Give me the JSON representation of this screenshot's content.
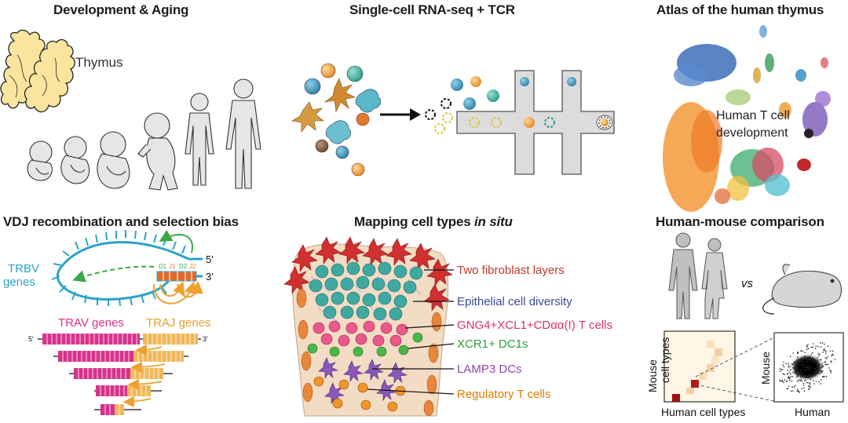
{
  "panels": {
    "development": {
      "title": "Development & Aging",
      "thymus_label": "Thymus"
    },
    "scrnaseq": {
      "title": "Single-cell RNA-seq + TCR"
    },
    "atlas": {
      "title": "Atlas of the human thymus",
      "center_label_line1": "Human T cell",
      "center_label_line2": "development"
    },
    "vdj": {
      "title": "VDJ recombination and selection bias",
      "trbv_line1": "TRBV",
      "trbv_line2": "genes",
      "five_prime": "5′",
      "three_prime": "3′",
      "segment_d1": "D1",
      "segment_j1": "J1",
      "segment_d2": "D2",
      "segment_j2": "J2",
      "trav_label": "TRAV genes",
      "traj_label": "TRAJ genes"
    },
    "mapping": {
      "title_prefix": "Mapping cell types ",
      "title_italic": "in situ",
      "labels": [
        {
          "text": "Two fibroblast layers",
          "color": "#c0392b"
        },
        {
          "text": "Epithelial cell diversity",
          "color": "#3b4a9c"
        },
        {
          "text": "GNG4+XCL1+CDαα(I) T cells",
          "color": "#d6336c"
        },
        {
          "text": "XCR1+ DC1s",
          "color": "#2e9e3a"
        },
        {
          "text": "LAMP3 DCs",
          "color": "#8e44ad"
        },
        {
          "text": "Regulatory T cells",
          "color": "#e07b00"
        }
      ]
    },
    "comparison": {
      "title": "Human-mouse comparison",
      "vs": "vs",
      "heatmap_ylabel_line1": "Mouse",
      "heatmap_ylabel_line2": "cell types",
      "heatmap_xlabel": "Human cell types",
      "scatter_ylabel": "Mouse",
      "scatter_xlabel": "Human"
    }
  }
}
